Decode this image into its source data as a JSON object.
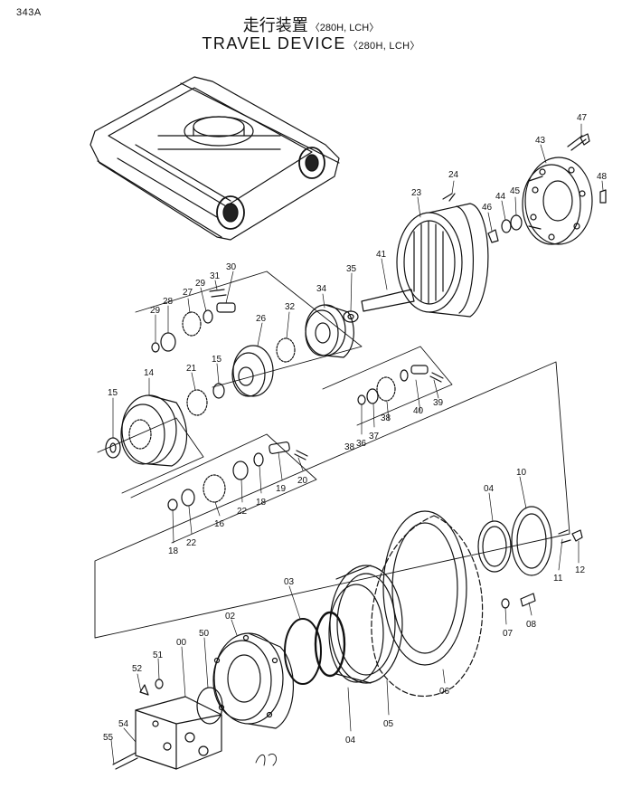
{
  "page": {
    "code": "343A",
    "title_jp": "走行装置",
    "title_en": "TRAVEL DEVICE",
    "variant": "〈280H, LCH〉"
  },
  "diagram": {
    "line_color": "#111111",
    "part_labels": [
      {
        "id": "47"
      },
      {
        "id": "43"
      },
      {
        "id": "48"
      },
      {
        "id": "24"
      },
      {
        "id": "23"
      },
      {
        "id": "44"
      },
      {
        "id": "45"
      },
      {
        "id": "46"
      },
      {
        "id": "41"
      },
      {
        "id": "35"
      },
      {
        "id": "34"
      },
      {
        "id": "31"
      },
      {
        "id": "30"
      },
      {
        "id": "29"
      },
      {
        "id": "27"
      },
      {
        "id": "28"
      },
      {
        "id": "29"
      },
      {
        "id": "32"
      },
      {
        "id": "26"
      },
      {
        "id": "21"
      },
      {
        "id": "15"
      },
      {
        "id": "14"
      },
      {
        "id": "15"
      },
      {
        "id": "39"
      },
      {
        "id": "40"
      },
      {
        "id": "38"
      },
      {
        "id": "37"
      },
      {
        "id": "36"
      },
      {
        "id": "38"
      },
      {
        "id": "20"
      },
      {
        "id": "19"
      },
      {
        "id": "18"
      },
      {
        "id": "22"
      },
      {
        "id": "16"
      },
      {
        "id": "18"
      },
      {
        "id": "22"
      },
      {
        "id": "04"
      },
      {
        "id": "10"
      },
      {
        "id": "12"
      },
      {
        "id": "11"
      },
      {
        "id": "03"
      },
      {
        "id": "02"
      },
      {
        "id": "07"
      },
      {
        "id": "08"
      },
      {
        "id": "50"
      },
      {
        "id": "00"
      },
      {
        "id": "51"
      },
      {
        "id": "52"
      },
      {
        "id": "06"
      },
      {
        "id": "05"
      },
      {
        "id": "04"
      },
      {
        "id": "54"
      },
      {
        "id": "55"
      }
    ]
  }
}
